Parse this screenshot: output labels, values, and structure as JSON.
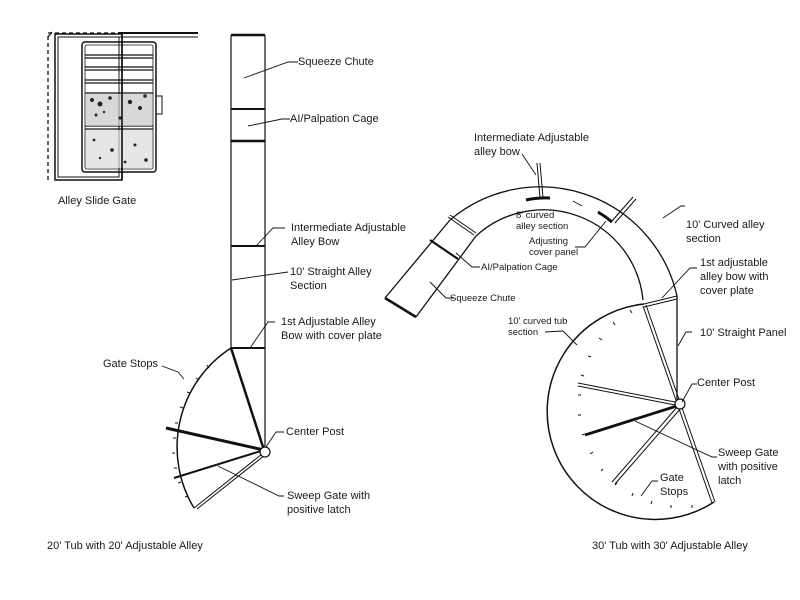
{
  "slide_gate": {
    "caption": "Alley Slide Gate"
  },
  "left_diagram": {
    "caption": "20' Tub with 20' Adjustable Alley",
    "labels": {
      "squeeze_chute": "Squeeze Chute",
      "ai_palpation_cage": "AI/Palpation Cage",
      "intermediate_bow_1": "Intermediate Adjustable",
      "intermediate_bow_2": "Alley Bow",
      "straight_alley_1": "10' Straight Alley",
      "straight_alley_2": "Section",
      "first_bow_1": "1st Adjustable Alley",
      "first_bow_2": "Bow with cover plate",
      "gate_stops": "Gate Stops",
      "center_post": "Center Post",
      "sweep_gate_1": "Sweep Gate with",
      "sweep_gate_2": "positive latch"
    }
  },
  "right_diagram": {
    "caption": "30' Tub with 30' Adjustable Alley",
    "labels": {
      "intermediate_bow_1": "Intermediate Adjustable",
      "intermediate_bow_2": "alley bow",
      "curved_alley_8_1": "8' curved",
      "curved_alley_8_2": "alley section",
      "adjusting_panel_1": "Adjusting",
      "adjusting_panel_2": "cover panel",
      "ai_palpation_cage": "AI/Palpation Cage",
      "squeeze_chute": "Squeeze Chute",
      "curved_alley_10_1": "10' Curved alley",
      "curved_alley_10_2": "section",
      "first_bow_1": "1st adjustable",
      "first_bow_2": "alley bow with",
      "first_bow_3": "cover plate",
      "straight_panel": "10' Straight Panel",
      "curved_tub_1": "10' curved tub",
      "curved_tub_2": "section",
      "center_post": "Center Post",
      "sweep_gate_1": "Sweep Gate",
      "sweep_gate_2": "with positive",
      "sweep_gate_3": "latch",
      "gate_stops_1": "Gate",
      "gate_stops_2": "Stops"
    }
  }
}
